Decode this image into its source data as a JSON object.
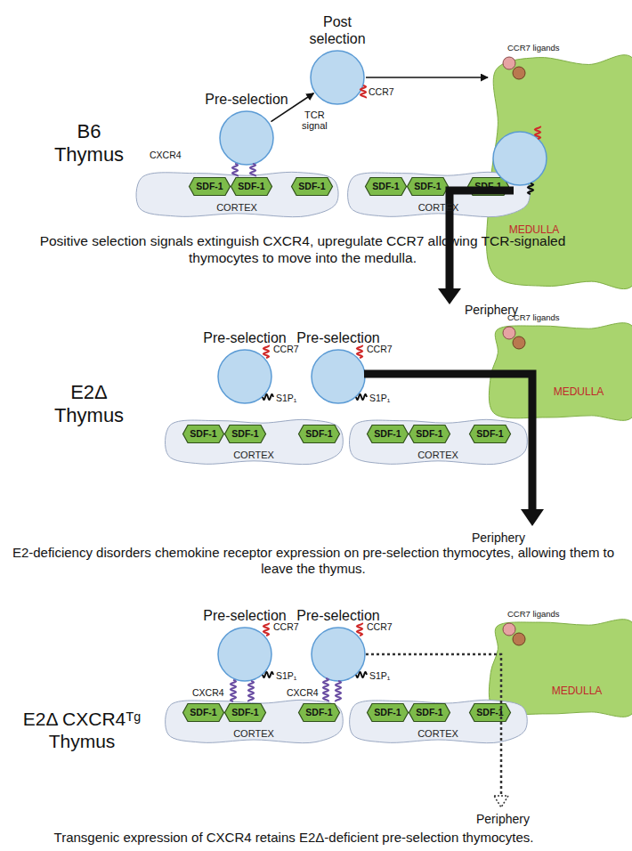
{
  "diagram": {
    "nodes": [
      {
        "text": [
          "Pre-selection"
        ]
      },
      {
        "text": [
          "Post selection"
        ]
      },
      {
        "text": [
          "CCR7 ligands",
          "MEDULLA"
        ]
      },
      {
        "text": [
          "CORTEX"
        ]
      },
      {
        "text": [
          "SDF-1"
        ],
        "in": 3
      },
      {
        "text": [
          "SDF-1"
        ],
        "in": 3
      },
      {
        "text": [
          "SDF-1"
        ],
        "in": 3
      },
      {
        "text": [
          "CORTEX"
        ]
      },
      {
        "text": [
          "SDF-1"
        ],
        "in": 7
      },
      {
        "text": [
          "SDF-1"
        ],
        "in": 7
      },
      {
        "text": [
          "SDF-1"
        ],
        "in": 7
      },
      {
        "text": [
          "Pre-selection"
        ]
      },
      {
        "text": [
          "Pre-selection"
        ]
      },
      {
        "text": [
          "CCR7 ligands",
          "MEDULLA"
        ]
      },
      {
        "text": [
          "CORTEX"
        ]
      },
      {
        "text": [
          "SDF-1"
        ],
        "in": 14
      },
      {
        "text": [
          "SDF-1"
        ],
        "in": 14
      },
      {
        "text": [
          "SDF-1"
        ],
        "in": 14
      },
      {
        "text": [
          "CORTEX"
        ]
      },
      {
        "text": [
          "SDF-1"
        ],
        "in": 18
      },
      {
        "text": [
          "SDF-1"
        ],
        "in": 18
      },
      {
        "text": [
          "SDF-1"
        ],
        "in": 18
      },
      {
        "text": [
          "Pre-selection"
        ]
      },
      {
        "text": [
          "Pre-selection"
        ]
      },
      {
        "text": [
          "CCR7 ligands",
          "MEDULLA"
        ]
      },
      {
        "text": [
          "CORTEX"
        ]
      },
      {
        "text": [
          "SDF-1"
        ],
        "in": 25
      },
      {
        "text": [
          "SDF-1"
        ],
        "in": 25
      },
      {
        "text": [
          "SDF-1"
        ],
        "in": 25
      },
      {
        "text": [
          "CORTEX"
        ]
      },
      {
        "text": [
          "SDF-1"
        ],
        "in": 29
      },
      {
        "text": [
          "SDF-1"
        ],
        "in": 29
      },
      {
        "text": [
          "SDF-1"
        ],
        "in": 29
      }
    ],
    "edges": [
      {
        "from": 0,
        "to": 1,
        "label": "TCR signal",
        "arrow": "to"
      },
      {
        "from": 1,
        "to": 2,
        "arrow": "to"
      }
    ],
    "labels": [
      "B6 Thymus",
      "CXCR4",
      "CCR7",
      "Periphery",
      "Positive selection signals extinguish CXCR4, upregulate CCR7 allowing TCR-signaled thymocytes to move into the medulla.",
      "E2Δ Thymus",
      "CCR7",
      "S1P₁",
      "CCR7",
      "S1P₁",
      "Periphery",
      "E2-deficiency disorders chemokine receptor expression on pre-selection thymocytes, allowing them to leave the thymus.",
      "E2Δ CXCR4ᵀᵍ Thymus",
      "CCR7",
      "S1P₁",
      "CXCR4",
      "CCR7",
      "S1P₁",
      "CXCR4",
      "Periphery",
      "Transgenic expression of CXCR4 retains E2Δ-deficient pre-selection thymocytes."
    ]
  }
}
